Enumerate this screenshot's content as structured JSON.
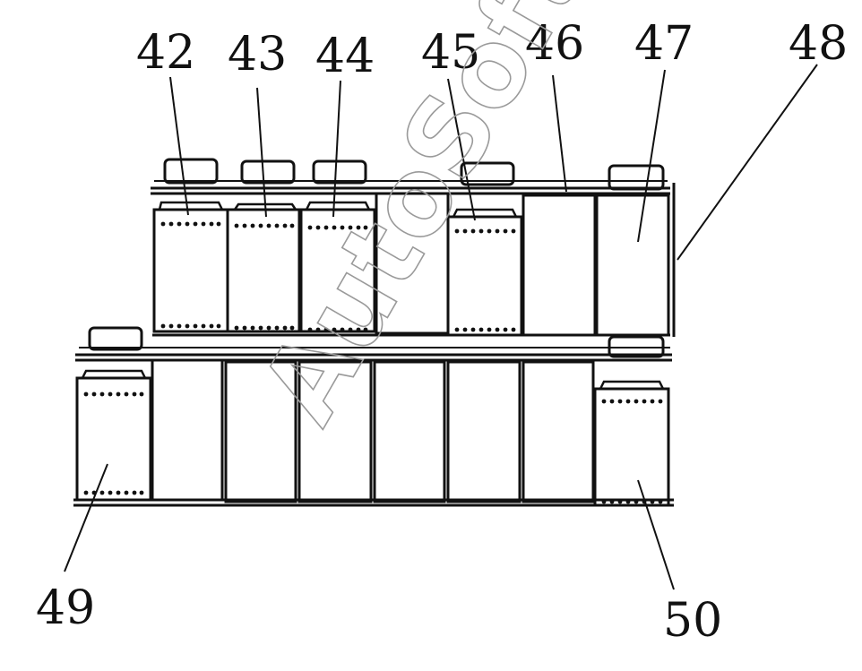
{
  "watermark": "AutoSoft",
  "callouts": {
    "c42": "42",
    "c43": "43",
    "c44": "44",
    "c45": "45",
    "c46": "46",
    "c47": "47",
    "c48": "48",
    "c49": "49",
    "c50": "50"
  },
  "colors": {
    "line": "#111111",
    "watermark": "#9a9a9a",
    "background": "#ffffff"
  }
}
